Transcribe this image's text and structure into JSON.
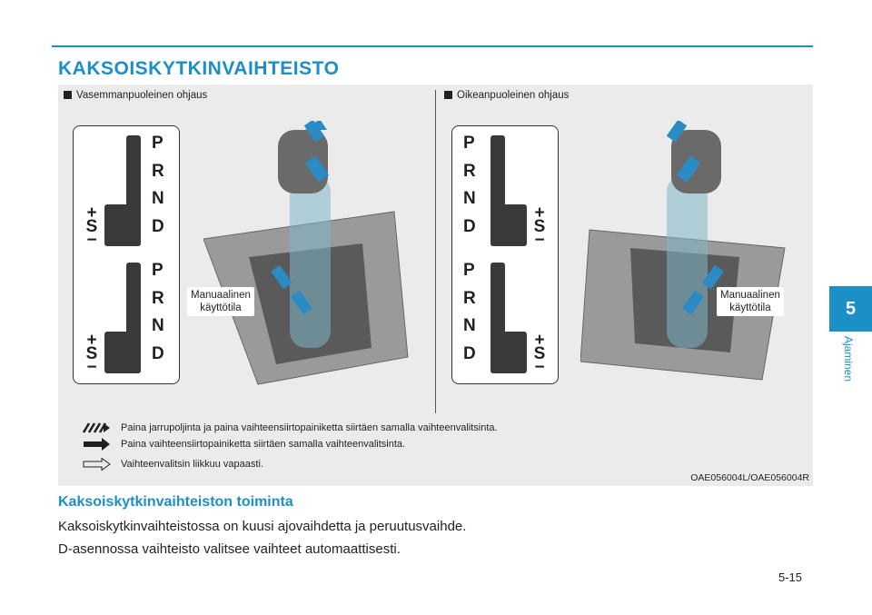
{
  "title": "KAKSOISKYTKINVAIHTEISTO",
  "figure": {
    "left_caption": "Vasemmanpuoleinen ohjaus",
    "right_caption": "Oikeanpuoleinen ohjaus",
    "gears": [
      "P",
      "R",
      "N",
      "D"
    ],
    "plus": "+",
    "sport": "S",
    "minus": "−",
    "manual_label_line1": "Manuaalinen",
    "manual_label_line2": "käyttötila",
    "legend": [
      "Paina jarrupoljinta ja paina vaihteensiirtopainiketta siirtäen samalla vaihteenvalitsinta.",
      "Paina vaihteensiirtopainiketta siirtäen samalla vaihteenvalitsinta.",
      "Vaihteenvalitsin liikkuu vapaasti."
    ],
    "code": "OAE056004L/OAE056004R"
  },
  "section_heading": "Kaksoiskytkinvaihteiston toiminta",
  "paragraph1": "Kaksoiskytkinvaihteistossa on kuusi ajovaihdetta ja peruutusvaihde.",
  "paragraph2": "D-asennossa vaihteisto valitsee vaihteet automaattisesti.",
  "chapter_number": "5",
  "chapter_name": "Ajaminen",
  "page_number": "5-15",
  "colors": {
    "accent": "#1c8fc7"
  }
}
